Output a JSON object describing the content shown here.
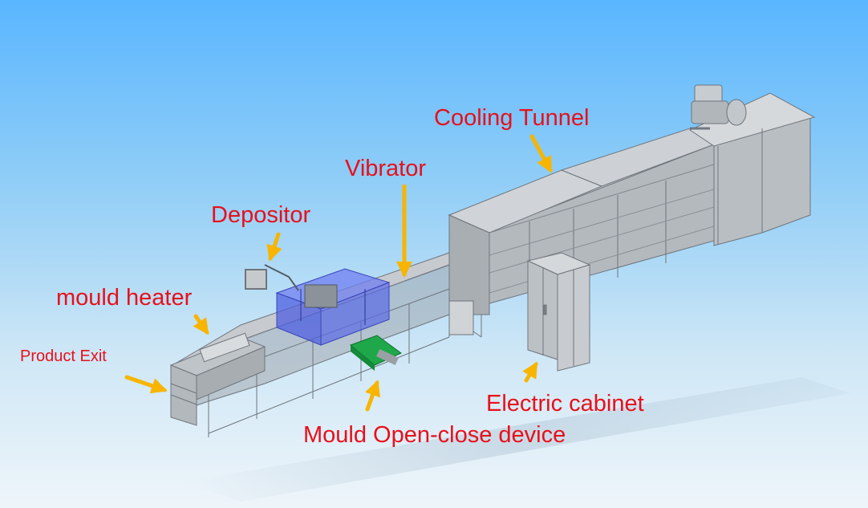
{
  "labels": {
    "cooling_tunnel": "Cooling Tunnel",
    "vibrator": "Vibrator",
    "depositor": "Depositor",
    "mould_heater": "mould heater",
    "product_exit": "Product Exit",
    "electric_cabinet": "Electric cabinet",
    "mould_open_close_device": "Mould Open-close device"
  },
  "colors": {
    "label_text": "#e8101a",
    "arrow": "#f7b500",
    "depositor_guard": "#5060e0",
    "mould_device": "#1fa84a",
    "machine_frame": "#9ea4aa"
  }
}
